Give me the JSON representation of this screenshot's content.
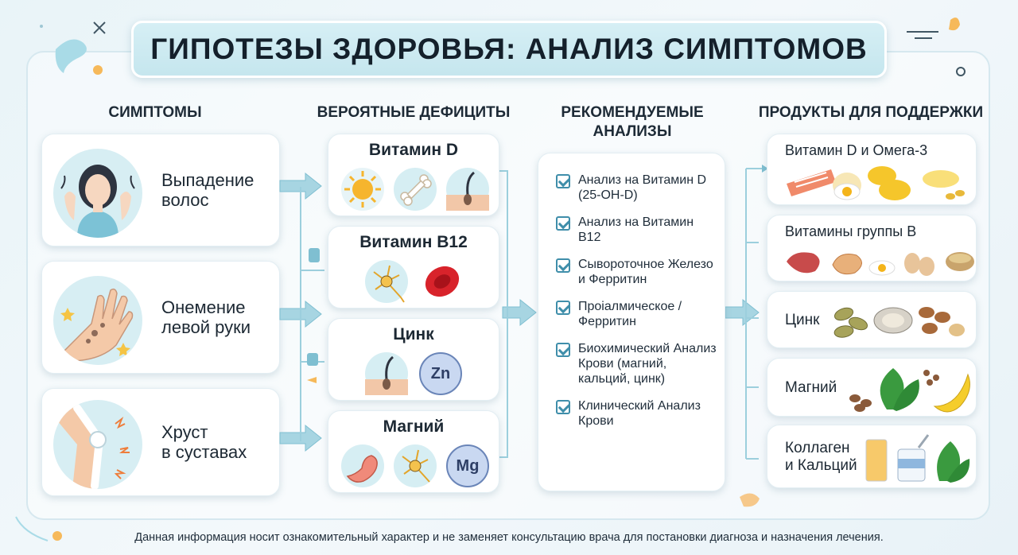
{
  "title": "ГИПОТЕЗЫ ЗДОРОВЬЯ: АНАЛИЗ СИМПТОМОВ",
  "columns": {
    "symptoms": "СИМПТОМЫ",
    "deficits": "ВЕРОЯТНЫЕ ДЕФИЦИТЫ",
    "tests": "РЕКОМЕНДУЕМЫЕ АНАЛИЗЫ",
    "products": "ПРОДУКТЫ ДЛЯ ПОДДЕРЖКИ"
  },
  "symptoms": [
    {
      "line1": "Выпадение",
      "line2": "волос",
      "icon": "woman-hair-loss-icon"
    },
    {
      "line1": "Онемение",
      "line2": "левой руки",
      "icon": "numb-hand-icon"
    },
    {
      "line1": "Хруст",
      "line2": "в суставах",
      "icon": "knee-joint-icon"
    }
  ],
  "deficits": [
    {
      "name": "Витамин D",
      "icons": [
        "sun-icon",
        "bone-icon",
        "hair-follicle-icon"
      ]
    },
    {
      "name": "Витамин B12",
      "icons": [
        "neuron-icon",
        "red-blood-cell-icon"
      ]
    },
    {
      "name": "Цинк",
      "icons": [
        "hair-follicle-icon",
        "zinc-ion-icon"
      ],
      "ion": "Zn"
    },
    {
      "name": "Магний",
      "icons": [
        "muscle-arm-icon",
        "neuron-icon",
        "magnesium-ion-icon"
      ],
      "ion": "Mg"
    }
  ],
  "tests": [
    "Анализ на Витамин D (25-OH-D)",
    "Анализ на Витамин B12",
    "Сывороточное Железо и Ферритин",
    "Проіалмическое /Ферритин",
    "Биохимический Анализ Крови (магний, кальций, цинк)",
    "Клинический Анализ Крови"
  ],
  "products": [
    {
      "name": "Витамин D и Омега-3",
      "icons": [
        "salmon-icon",
        "egg-icon",
        "egg-yolk-icon",
        "fish-oil-icon"
      ]
    },
    {
      "name": "Витамины группы B",
      "icons": [
        "meat-icon",
        "chicken-icon",
        "fried-egg-icon",
        "eggs-icon",
        "grains-icon"
      ]
    },
    {
      "name": "Цинк",
      "icons": [
        "pumpkin-seeds-icon",
        "oyster-icon",
        "nuts-icon"
      ]
    },
    {
      "name": "Магний",
      "icons": [
        "nuts-icon",
        "spinach-icon",
        "banana-icon"
      ]
    },
    {
      "name": "Коллаген\nи Кальций",
      "line1": "Коллаген",
      "line2": "и Кальций",
      "icons": [
        "juice-glass-icon",
        "yogurt-icon",
        "spinach-icon"
      ]
    }
  ],
  "footer": "Данная информация носит ознакомительный характер и не заменяет консультацию врача для постановки диагноза и назначения лечения.",
  "colors": {
    "accent": "#3f8eaa",
    "card": "#ffffff",
    "title_bg": "#c5e6ee",
    "arrow": "#8fc8d8"
  }
}
